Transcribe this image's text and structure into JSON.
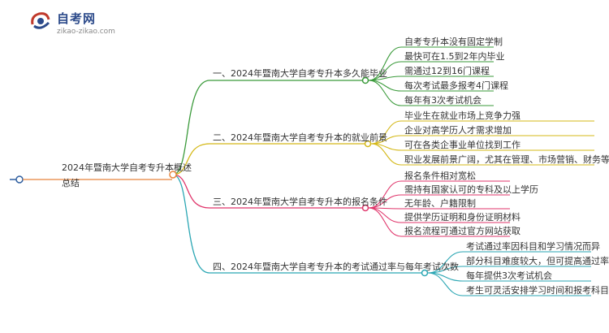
{
  "logo": {
    "name": "自考网",
    "url": "zikao-zikao.com"
  },
  "root": {
    "title": "2024年暨南大学自考专升本概述",
    "subtitle": "总结"
  },
  "branches": [
    {
      "label": "一、2024年暨南大学自考专升本多久能毕业",
      "color": "#3a9a3a",
      "leaves": [
        "自考专升本没有固定学制",
        "最快可在1.5到2年内毕业",
        "需通过12到16门课程",
        "每次考试最多报考4门课程",
        "每年有3次考试机会"
      ]
    },
    {
      "label": "二、2024年暨南大学自考专升本的就业前景",
      "color": "#d4b817",
      "leaves": [
        "毕业生在就业市场上竞争力强",
        "企业对高学历人才需求增加",
        "可在各类企事业单位找到工作",
        "职业发展前景广阔，尤其在管理、市场营销、财务等领域"
      ]
    },
    {
      "label": "三、2024年暨南大学自考专升本的报名条件",
      "color": "#e0356b",
      "leaves": [
        "报名条件相对宽松",
        "需持有国家认可的专科及以上学历",
        "无年龄、户籍限制",
        "提供学历证明和身份证明材料",
        "报名流程可通过官方网站获取"
      ]
    },
    {
      "label": "四、2024年暨南大学自考专升本的考试通过率与每年考试次数",
      "color": "#2aa6b3",
      "leaves": [
        "考试通过率因科目和学习情况而异",
        "部分科目难度较大，但可提高通过率",
        "每年提供3次考试机会",
        "考生可灵活安排学习时间和报考科目"
      ]
    }
  ],
  "colors": {
    "root_line": "#e8843c",
    "entry_line": "#2f5fa0"
  }
}
